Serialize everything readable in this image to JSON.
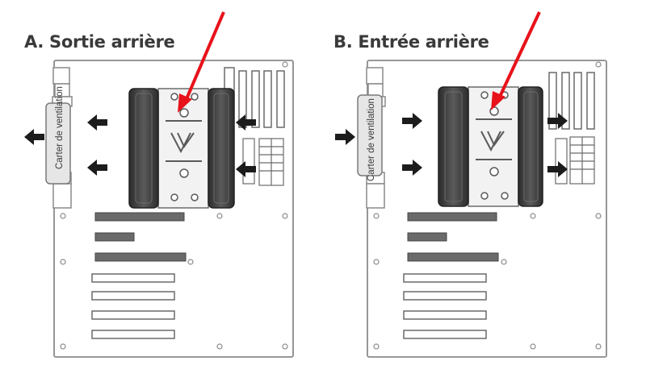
{
  "panels": [
    {
      "id": "A",
      "title": "A. Sortie arrière",
      "vent_label": "Carter de ventilation",
      "airflow": "out"
    },
    {
      "id": "B",
      "title": "B. Entrée arrière",
      "vent_label": "Carter de ventilation",
      "airflow": "in"
    }
  ],
  "colors": {
    "pointer_arrow": "#e8121a",
    "flow_arrow": "#1c1c1c",
    "board_outline": "#8a8a8a",
    "fan": "#3c3c3c"
  }
}
